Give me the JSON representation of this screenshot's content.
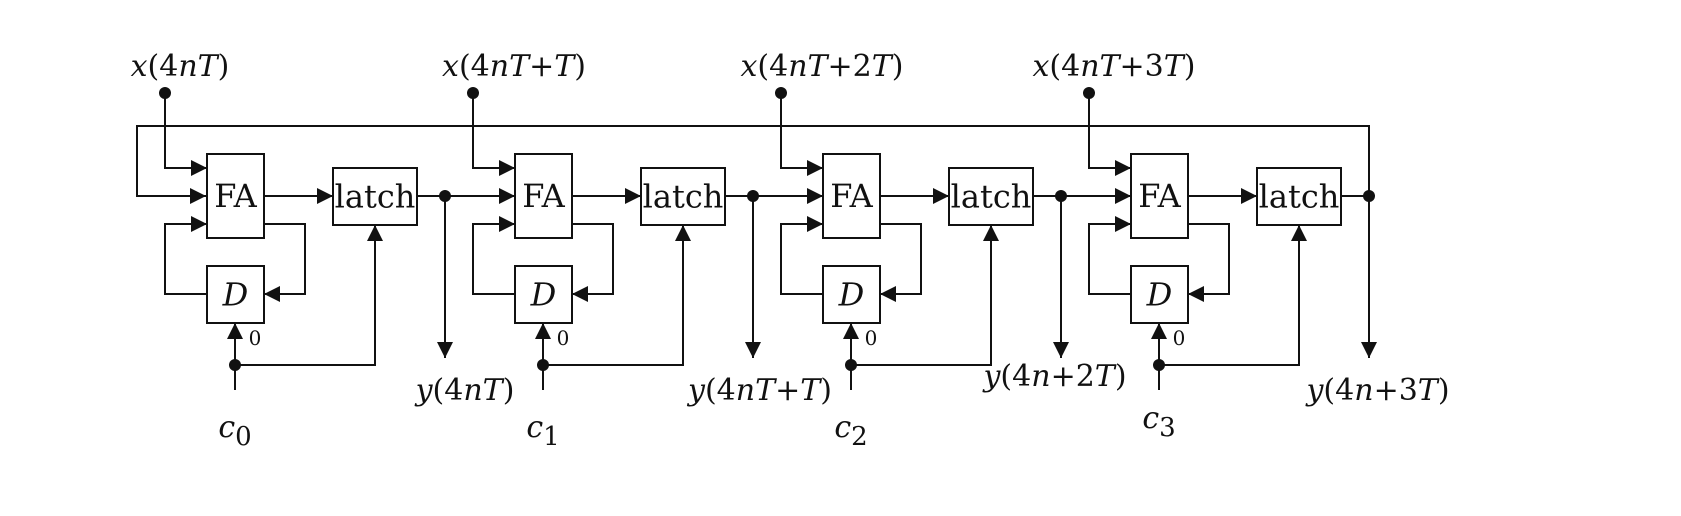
{
  "diagram": {
    "block_labels": {
      "adder": "FA",
      "latch": "latch",
      "delay": "D",
      "delay_init": "0"
    },
    "inputs": [
      {
        "pre": "x(4",
        "n": "n",
        "mid": "T",
        "post": ")"
      },
      {
        "pre": "x(4",
        "n": "n",
        "mid": "T+",
        "t2": "T",
        "post": ")"
      },
      {
        "pre": "x(4",
        "n": "n",
        "mid": "T+2",
        "t2": "T",
        "post": ")"
      },
      {
        "pre": "x(4",
        "n": "n",
        "mid": "T+3",
        "t2": "T",
        "post": ")"
      }
    ],
    "outputs": [
      {
        "text": "y(4nT)"
      },
      {
        "text": "y(4nT+T)"
      },
      {
        "text": "y(4n+2T)"
      },
      {
        "text": "y(4n+3T)"
      }
    ],
    "controls": [
      {
        "base": "c",
        "sub": "0"
      },
      {
        "base": "c",
        "sub": "1"
      },
      {
        "base": "c",
        "sub": "2"
      },
      {
        "base": "c",
        "sub": "3"
      }
    ]
  }
}
